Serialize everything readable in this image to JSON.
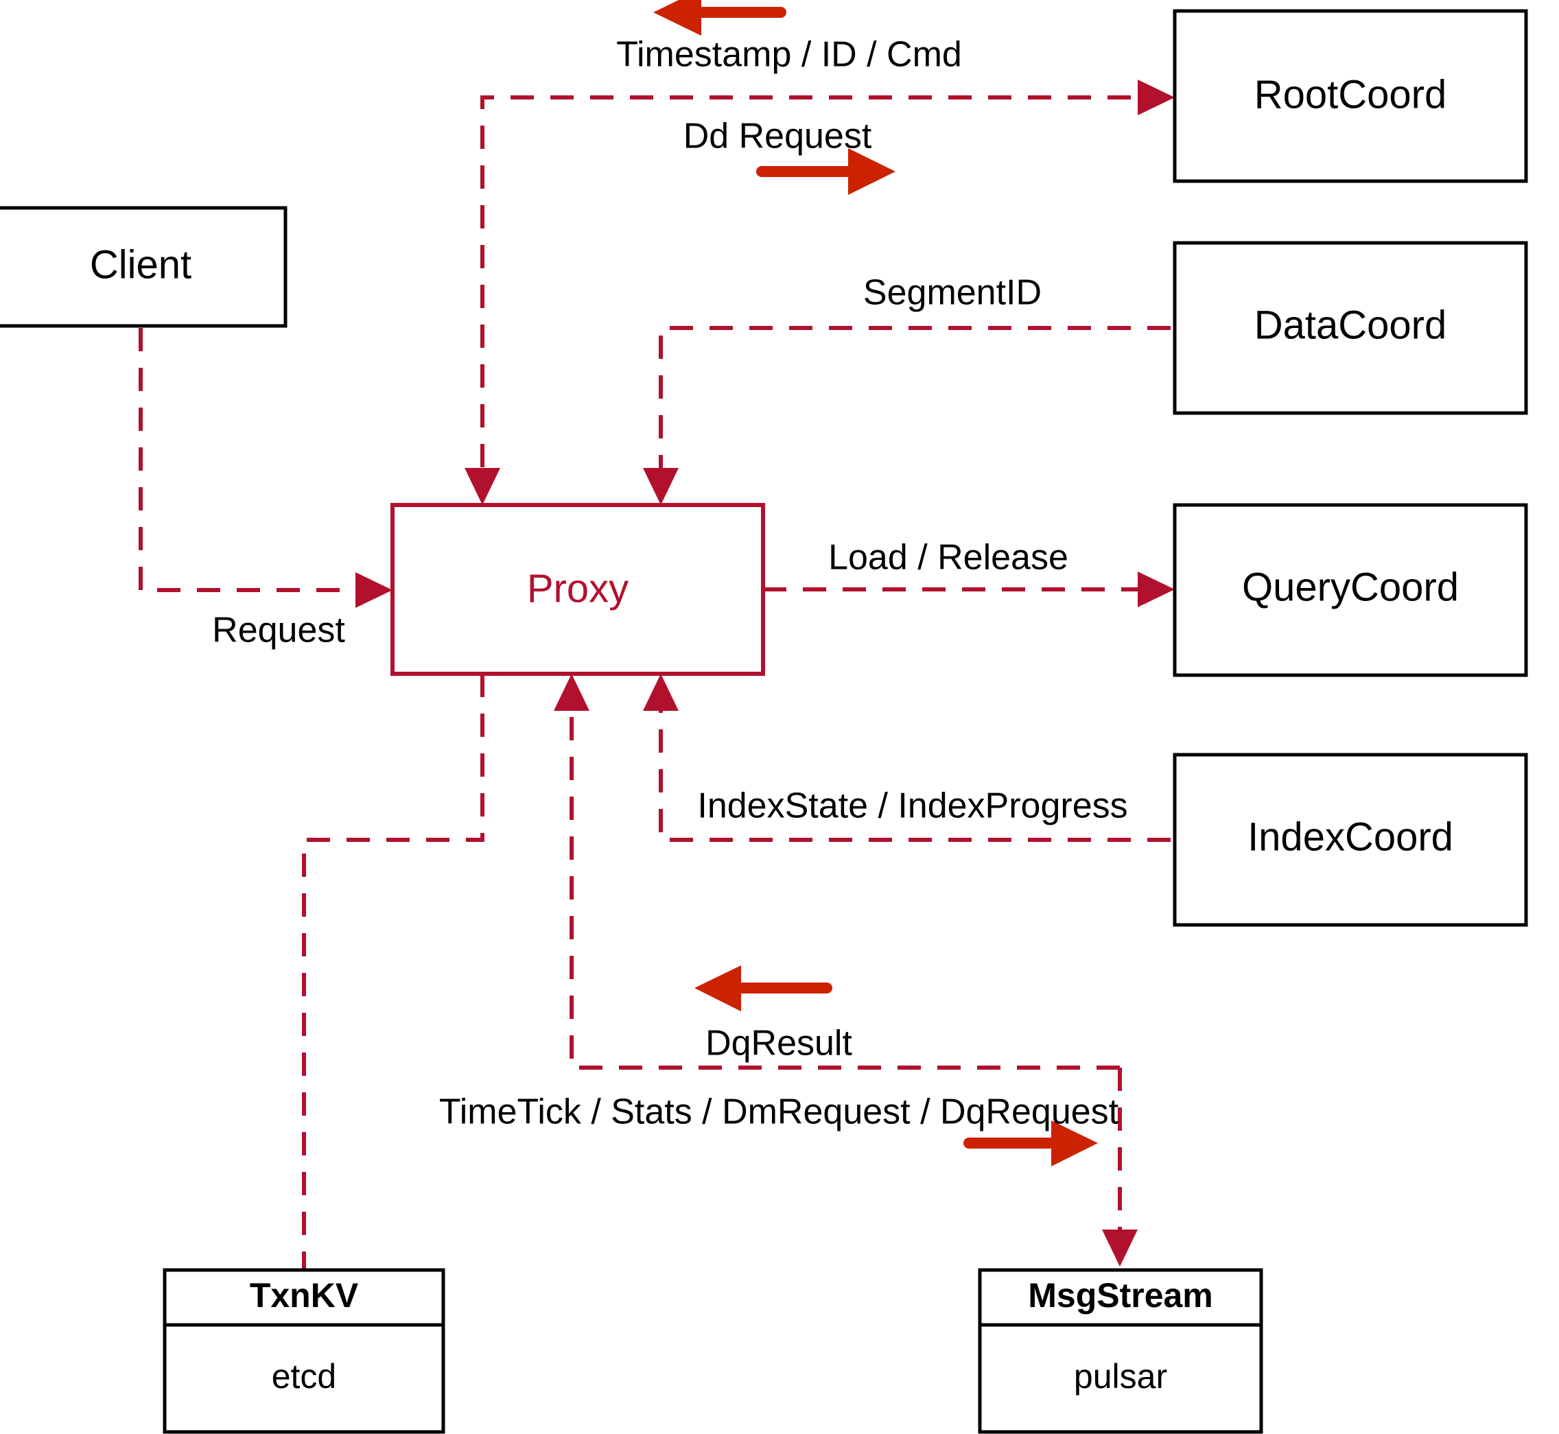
{
  "diagram": {
    "title": "Milvus Proxy Architecture",
    "colors": {
      "flow_line": "#B2112D",
      "direction_arrow": "#CC2200",
      "node_border": "#000000",
      "proxy_accent": "#B2112D",
      "background": "#FFFFFF"
    },
    "nodes": [
      {
        "id": "client",
        "label": "Client",
        "style": "plain"
      },
      {
        "id": "proxy",
        "label": "Proxy",
        "style": "accent"
      },
      {
        "id": "rootcoord",
        "label": "RootCoord",
        "style": "plain"
      },
      {
        "id": "datacoord",
        "label": "DataCoord",
        "style": "plain"
      },
      {
        "id": "querycoord",
        "label": "QueryCoord",
        "style": "plain"
      },
      {
        "id": "indexcoord",
        "label": "IndexCoord",
        "style": "plain"
      },
      {
        "id": "txnkv",
        "label": "TxnKV",
        "sublabel": "etcd",
        "style": "two-part"
      },
      {
        "id": "msgstream",
        "label": "MsgStream",
        "sublabel": "pulsar",
        "style": "two-part"
      }
    ],
    "edges": [
      {
        "id": "e-timestamp",
        "label": "Timestamp / ID / Cmd",
        "from": "rootcoord",
        "to": "proxy",
        "arrow_direction": "left"
      },
      {
        "id": "e-ddrequest",
        "label": "Dd Request",
        "from": "proxy",
        "to": "rootcoord",
        "arrow_direction": "right"
      },
      {
        "id": "e-segmentid",
        "label": "SegmentID",
        "from": "datacoord",
        "to": "proxy",
        "arrow_direction": "none"
      },
      {
        "id": "e-loadrel",
        "label": "Load / Release",
        "from": "proxy",
        "to": "querycoord",
        "arrow_direction": "none"
      },
      {
        "id": "e-indexstate",
        "label": "IndexState / IndexProgress",
        "from": "indexcoord",
        "to": "proxy",
        "arrow_direction": "none"
      },
      {
        "id": "e-request",
        "label": "Request",
        "from": "client",
        "to": "proxy",
        "arrow_direction": "none"
      },
      {
        "id": "e-dqresult",
        "label": "DqResult",
        "from": "msgstream",
        "to": "proxy",
        "arrow_direction": "left"
      },
      {
        "id": "e-dqrequest",
        "label": "TimeTick / Stats / DmRequest / DqRequest",
        "from": "proxy",
        "to": "msgstream",
        "arrow_direction": "right"
      },
      {
        "id": "e-txnkv",
        "label": "",
        "from": "proxy",
        "to": "txnkv",
        "arrow_direction": "none"
      }
    ]
  }
}
